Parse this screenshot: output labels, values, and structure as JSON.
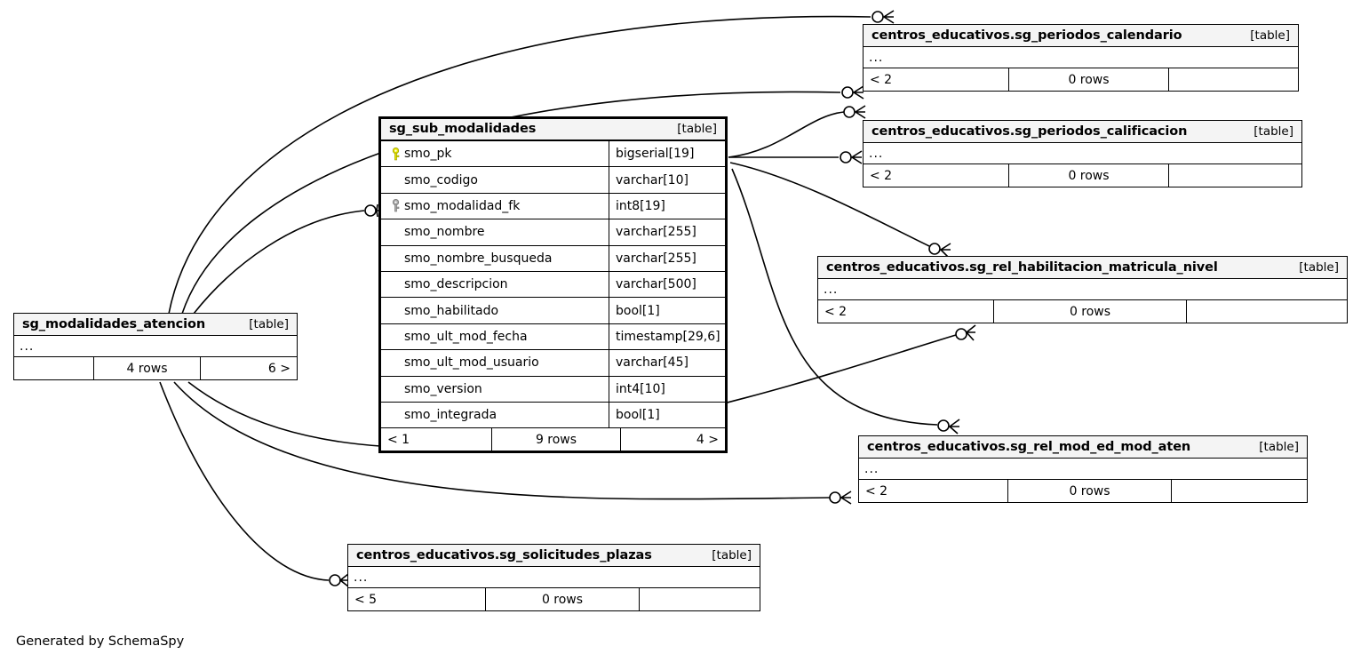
{
  "diagram": {
    "credit": "Generated by SchemaSpy",
    "kind_label": "[table]",
    "ellipsis": "...",
    "colors": {
      "background": "#ffffff",
      "header_fill": "#f4f4f4",
      "border": "#000000",
      "primary_key_icon": "#e8e800",
      "foreign_key_icon": "#999999",
      "text": "#000000"
    }
  },
  "primary_table": {
    "name": "sg_sub_modalidades",
    "kind": "[table]",
    "columns": [
      {
        "key": "pk",
        "name": "smo_pk",
        "type": "bigserial[19]"
      },
      {
        "key": "",
        "name": "smo_codigo",
        "type": "varchar[10]"
      },
      {
        "key": "fk",
        "name": "smo_modalidad_fk",
        "type": "int8[19]"
      },
      {
        "key": "",
        "name": "smo_nombre",
        "type": "varchar[255]"
      },
      {
        "key": "",
        "name": "smo_nombre_busqueda",
        "type": "varchar[255]"
      },
      {
        "key": "",
        "name": "smo_descripcion",
        "type": "varchar[500]"
      },
      {
        "key": "",
        "name": "smo_habilitado",
        "type": "bool[1]"
      },
      {
        "key": "",
        "name": "smo_ult_mod_fecha",
        "type": "timestamp[29,6]"
      },
      {
        "key": "",
        "name": "smo_ult_mod_usuario",
        "type": "varchar[45]"
      },
      {
        "key": "",
        "name": "smo_version",
        "type": "int4[10]"
      },
      {
        "key": "",
        "name": "smo_integrada",
        "type": "bool[1]"
      }
    ],
    "footer": {
      "left": "< 1",
      "center": "9 rows",
      "right": "4 >"
    }
  },
  "related_tables": [
    {
      "id": "periodos-calendario",
      "name": "centros_educativos.sg_periodos_calendario",
      "kind": "[table]",
      "ellipsis": "...",
      "footer": {
        "left": "< 2",
        "center": "0 rows",
        "right": ""
      }
    },
    {
      "id": "periodos-calificacion",
      "name": "centros_educativos.sg_periodos_calificacion",
      "kind": "[table]",
      "ellipsis": "...",
      "footer": {
        "left": "< 2",
        "center": "0 rows",
        "right": ""
      }
    },
    {
      "id": "rel-habilitacion-matricula-nivel",
      "name": "centros_educativos.sg_rel_habilitacion_matricula_nivel",
      "kind": "[table]",
      "ellipsis": "...",
      "footer": {
        "left": "< 2",
        "center": "0 rows",
        "right": ""
      }
    },
    {
      "id": "rel-mod-ed-mod-aten",
      "name": "centros_educativos.sg_rel_mod_ed_mod_aten",
      "kind": "[table]",
      "ellipsis": "...",
      "footer": {
        "left": "< 2",
        "center": "0 rows",
        "right": ""
      }
    },
    {
      "id": "modalidades-atencion",
      "name": "sg_modalidades_atencion",
      "kind": "[table]",
      "ellipsis": "...",
      "footer": {
        "left": "",
        "center": "4 rows",
        "right": "6 >"
      }
    },
    {
      "id": "solicitudes-plazas",
      "name": "centros_educativos.sg_solicitudes_plazas",
      "kind": "[table]",
      "ellipsis": "...",
      "footer": {
        "left": "< 5",
        "center": "0 rows",
        "right": ""
      }
    }
  ]
}
